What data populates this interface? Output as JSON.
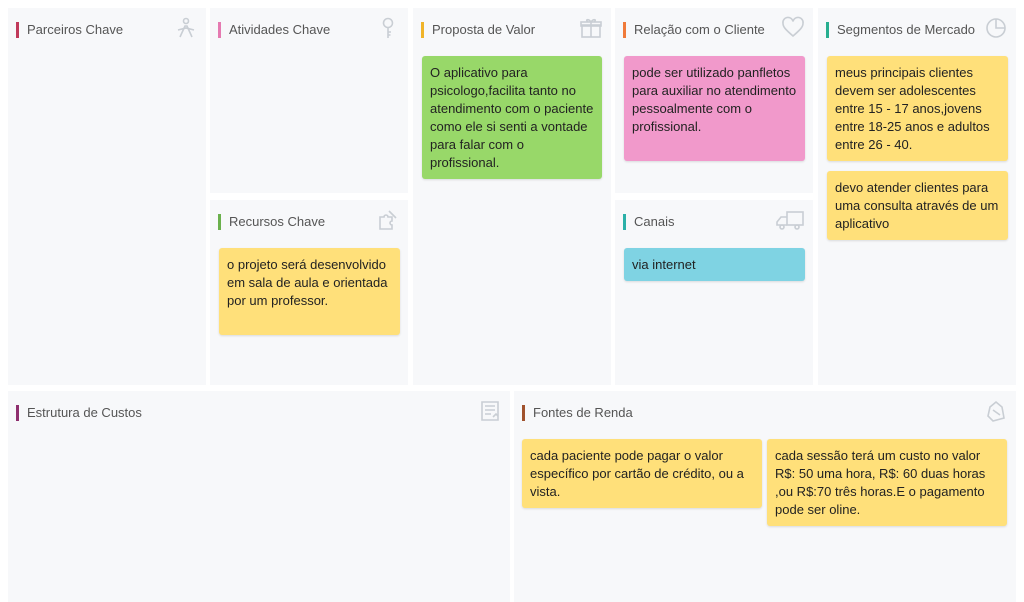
{
  "canvas": {
    "key_partners": {
      "title": "Parceiros Chave",
      "accent": "#c0395a",
      "icon": "handshake-icon"
    },
    "key_activities": {
      "title": "Atividades Chave",
      "accent": "#e57ab1",
      "icon": "key-icon"
    },
    "key_resources": {
      "title": "Recursos Chave",
      "accent": "#6ab04c",
      "icon": "puzzle-icon",
      "notes": [
        "o projeto será desenvolvido em sala de aula e orientada por um professor."
      ]
    },
    "value_proposition": {
      "title": "Proposta de Valor",
      "accent": "#f0b429",
      "icon": "gift-icon",
      "notes": [
        "O aplicativo para psicologo,facilita tanto no atendimento com o paciente como ele si senti a vontade para falar com o profissional."
      ]
    },
    "customer_relationships": {
      "title": "Relação com o Cliente",
      "accent": "#f07a3a",
      "icon": "heart-icon",
      "notes": [
        "pode ser utilizado panfletos para auxiliar no atendimento pessoalmente com o profissional."
      ]
    },
    "channels": {
      "title": "Canais",
      "accent": "#2bb0a8",
      "icon": "truck-icon",
      "notes": [
        "via internet"
      ]
    },
    "customer_segments": {
      "title": "Segmentos de Mercado",
      "accent": "#27ae8f",
      "icon": "pie-chart-icon",
      "notes": [
        "meus principais clientes devem ser adolescentes entre 15 - 17 anos,jovens entre 18-25 anos e adultos entre 26 - 40.",
        "devo atender clientes para uma consulta através de um aplicativo"
      ]
    },
    "cost_structure": {
      "title": "Estrutura de Custos",
      "accent": "#8e2f6e",
      "icon": "receipt-icon"
    },
    "revenue_streams": {
      "title": "Fontes de Renda",
      "accent": "#a0522d",
      "icon": "money-bag-icon",
      "notes": [
        "cada paciente pode pagar o valor específico por cartão de crédito, ou a vista.",
        "cada sessão terá um custo no valor R$: 50 uma hora, R$: 60 duas horas ,ou R$:70 três horas.E o pagamento pode ser oline."
      ]
    }
  },
  "colors": {
    "yellow": "#ffe07a",
    "green": "#98d869",
    "pink": "#f199cb",
    "blue": "#7fd3e3"
  }
}
